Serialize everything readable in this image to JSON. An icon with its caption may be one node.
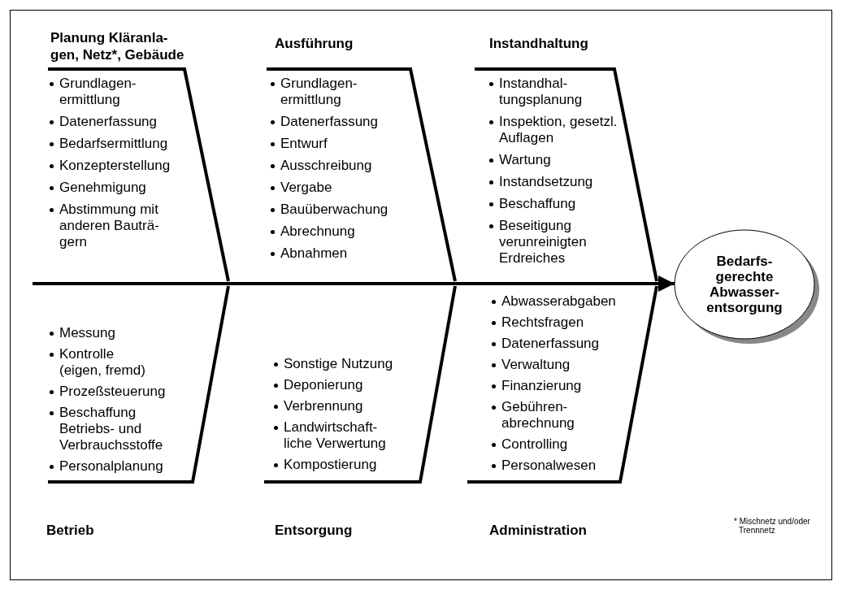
{
  "diagram": {
    "nodes": [
      {
        "text": [
          "Planung Kläranla- gen, Netz*, Gebäude",
          "Grundlagen- ermittlung",
          "Datenerfassung",
          "Bedarfsermittlung",
          "Konzepterstellung",
          "Genehmigung",
          "Abstimmung mit anderen Bauträ- gern"
        ]
      },
      {
        "text": [
          "Ausführung",
          "Grundlagen- ermittlung",
          "Datenerfassung",
          "Entwurf",
          "Ausschreibung",
          "Vergabe",
          "Bauüberwachung",
          "Abrechnung",
          "Abnahmen"
        ]
      },
      {
        "text": [
          "Instandhaltung",
          "Instandhal- tungsplanung",
          "Inspektion, gesetzl. Auflagen",
          "Wartung",
          "Instandsetzung",
          "Beschaffung",
          "Beseitigung verunreinigten Erdreiches"
        ]
      },
      {
        "text": [
          "Messung",
          "Kontrolle (eigen, fremd)",
          "Prozeßsteuerung",
          "Beschaffung Betriebs- und Verbrauchsstoffe",
          "Personalplanung",
          "Betrieb"
        ]
      },
      {
        "text": [
          "Sonstige Nutzung",
          "Deponierung",
          "Verbrennung",
          "Landwirtschaft- liche Verwertung",
          "Kompostierung",
          "Entsorgung"
        ]
      },
      {
        "text": [
          "Abwasserabgaben",
          "Rechtsfragen",
          "Datenerfassung",
          "Verwaltung",
          "Finanzierung",
          "Gebühren- abrechnung",
          "Controlling",
          "Personalwesen",
          "Administration"
        ]
      },
      {
        "text": [
          "Bedarfs- gerechte Abwasser- entsorgung"
        ]
      }
    ],
    "edges": [
      {
        "from": null,
        "to": 6,
        "arrow": "to"
      }
    ],
    "labels": [
      "* Mischnetz und/oder Trennnetz"
    ]
  }
}
